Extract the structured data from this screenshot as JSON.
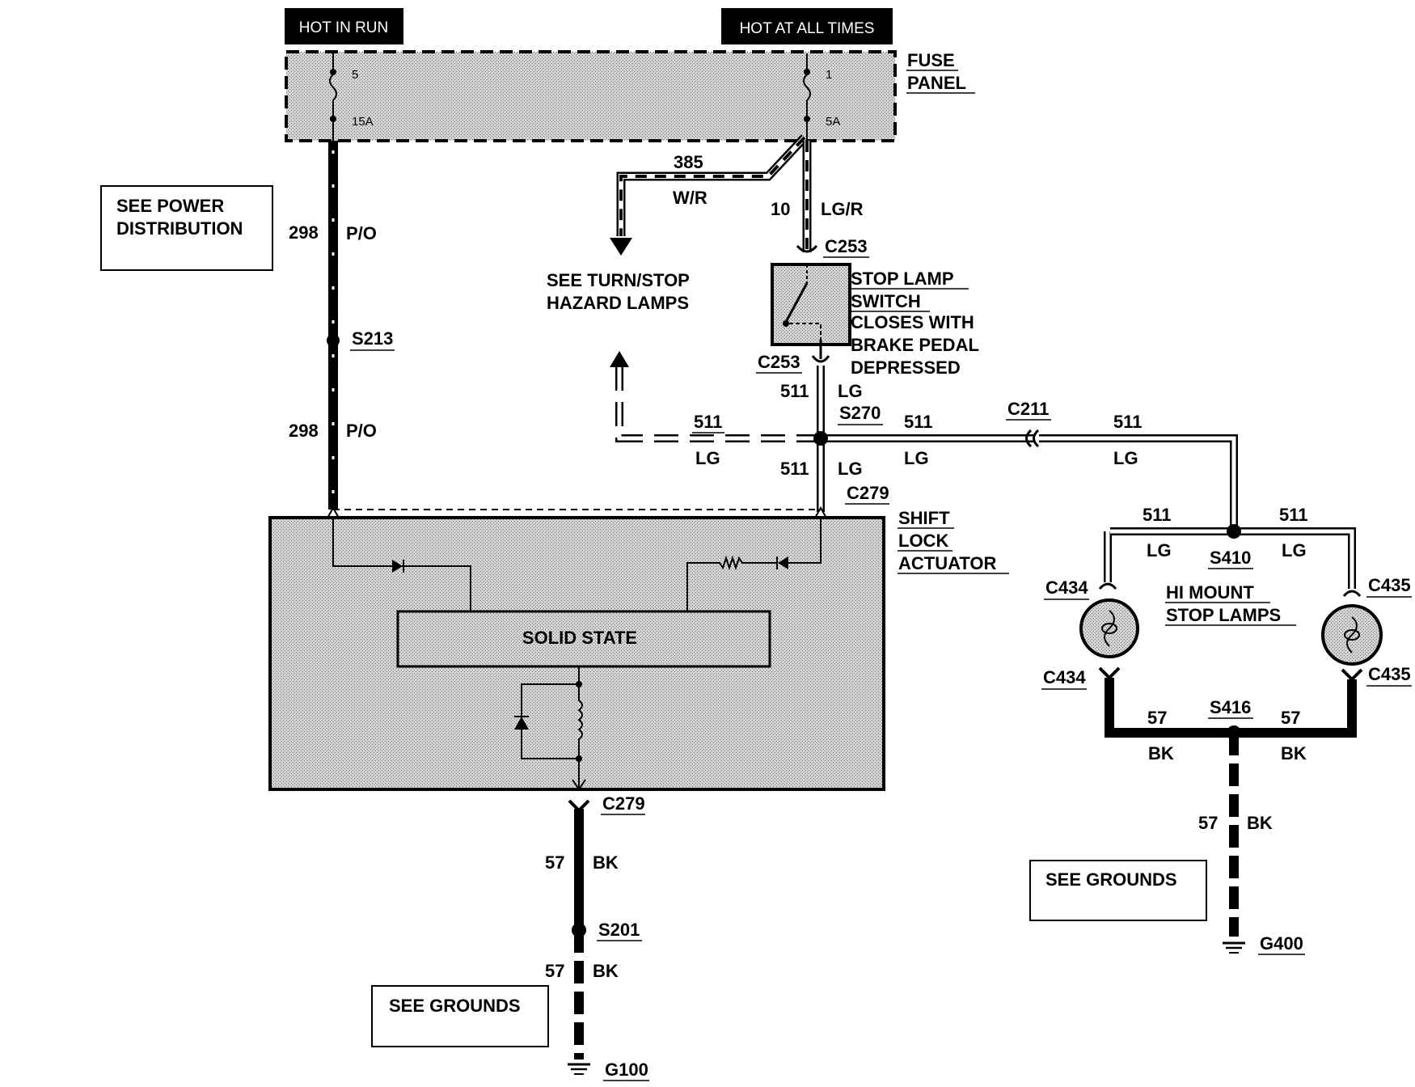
{
  "power": {
    "hot_in_run": "HOT IN RUN",
    "hot_at_all_times": "HOT AT ALL TIMES"
  },
  "fuse_panel": {
    "label_line1": "FUSE",
    "label_line2": "PANEL",
    "fuse_left_number": "5",
    "fuse_left_rating": "15A",
    "fuse_right_number": "1",
    "fuse_right_rating": "5A"
  },
  "references": {
    "power_distribution_line1": "SEE POWER",
    "power_distribution_line2": "DISTRIBUTION",
    "turn_stop_line1": "SEE TURN/STOP",
    "turn_stop_line2": "HAZARD LAMPS",
    "grounds_left": "SEE GROUNDS",
    "grounds_right": "SEE GROUNDS"
  },
  "wires": {
    "w298": "298",
    "po": "P/O",
    "w385": "385",
    "wr": "W/R",
    "w10": "10",
    "lgr": "LG/R",
    "w511": "511",
    "lg": "LG",
    "w57": "57",
    "bk": "BK"
  },
  "connectors": {
    "c253": "C253",
    "c279": "C279",
    "c211": "C211",
    "c434": "C434",
    "c435": "C435"
  },
  "splices": {
    "s213": "S213",
    "s270": "S270",
    "s410": "S410",
    "s416": "S416",
    "s201": "S201"
  },
  "grounds": {
    "g100": "G100",
    "g400": "G400"
  },
  "components": {
    "stop_lamp_switch_line1": "STOP LAMP",
    "stop_lamp_switch_line2": "SWITCH",
    "stop_lamp_note_line1": "CLOSES WITH",
    "stop_lamp_note_line2": "BRAKE PEDAL",
    "stop_lamp_note_line3": "DEPRESSED",
    "shift_lock_line1": "SHIFT",
    "shift_lock_line2": "LOCK",
    "shift_lock_line3": "ACTUATOR",
    "solid_state": "SOLID STATE",
    "hi_mount_line1": "HI MOUNT",
    "hi_mount_line2": "STOP LAMPS"
  }
}
